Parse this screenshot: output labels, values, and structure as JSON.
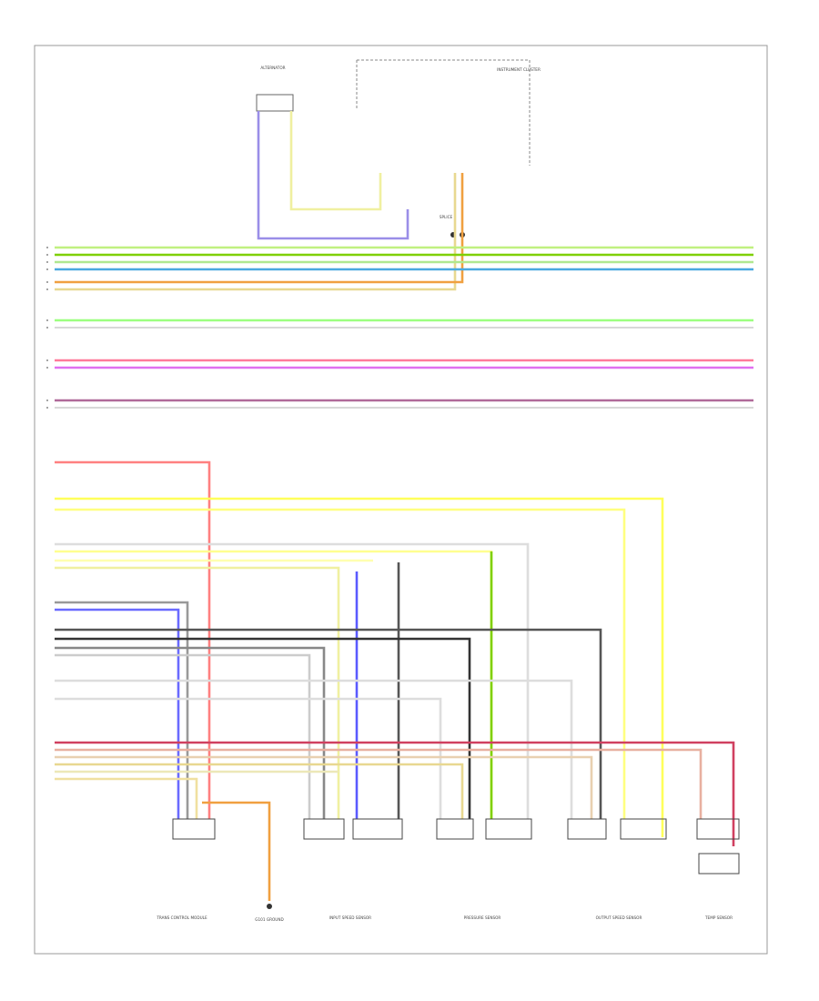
{
  "page_code": "",
  "top_components": [
    {
      "id": "alt_ctrl",
      "label": "ALTERNATOR"
    },
    {
      "id": "inst_cluster",
      "label": "INSTRUMENT CLUSTER"
    }
  ],
  "splice_label": "SPLICE",
  "bottom_components": [
    {
      "id": "c1",
      "label": "TRANS CONTROL MODULE"
    },
    {
      "id": "c2",
      "label": "G101 GROUND"
    },
    {
      "id": "c3",
      "label": "INPUT SPEED SENSOR"
    },
    {
      "id": "c4",
      "label": "PRESSURE SENSOR"
    },
    {
      "id": "c5",
      "label": "OUTPUT SPEED SENSOR"
    },
    {
      "id": "c6",
      "label": "TEMP SENSOR"
    }
  ],
  "wire_colors": {
    "green": "#7fd000",
    "lightgreen": "#9cff80",
    "blue": "#4aa8e0",
    "tan": "#e8d890",
    "cream": "#ece8b8",
    "pink": "#ff7a9a",
    "magenta": "#e070f0",
    "violet": "#b06a9a",
    "gray": "#b8b8b8",
    "red": "#ff8080",
    "yellow": "#ffff5a",
    "purple": "#5a5aff",
    "darkgray": "#555555",
    "darkred": "#d04060",
    "orange": "#f0a040"
  }
}
